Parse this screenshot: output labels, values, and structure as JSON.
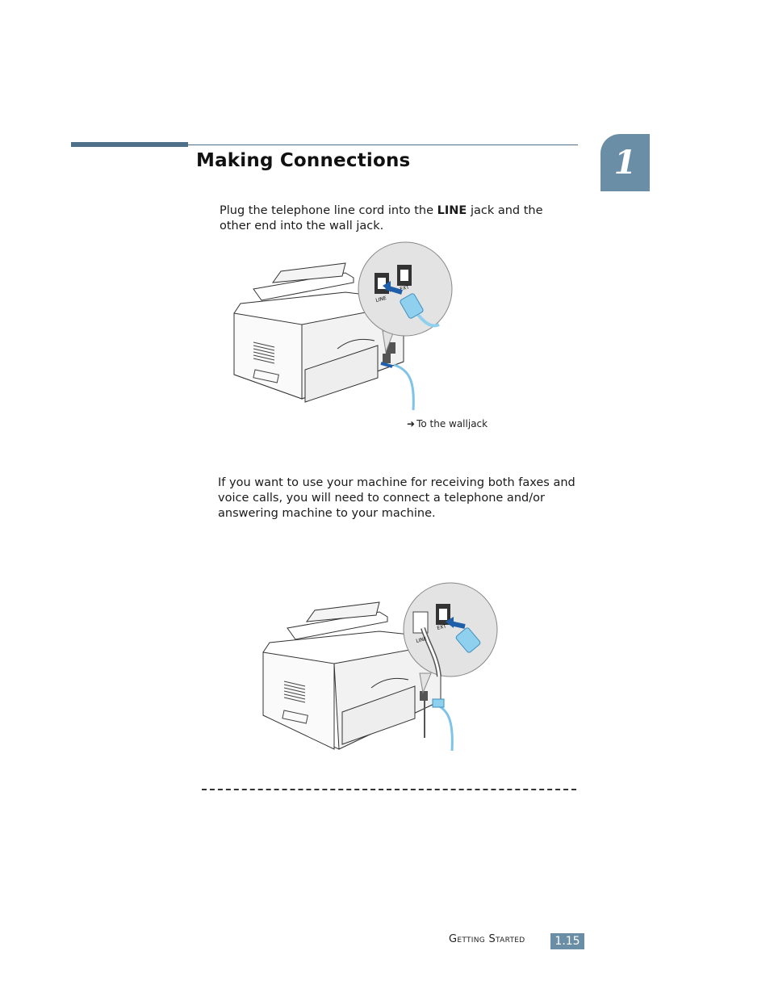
{
  "header": {
    "title": "Making Connections",
    "chapter_number": "1"
  },
  "section1": {
    "text_before": "Plug the telephone line cord into the ",
    "text_bold": "LINE",
    "text_after": " jack and the other end into the wall jack.",
    "figure_labels": {
      "line": "LINE",
      "ext": "EXT"
    },
    "caption": "To the walljack",
    "caption_arrow": "➜"
  },
  "section2": {
    "text": "If you want to use your machine for receiving both faxes and voice calls, you will need to connect a telephone and/or answering machine to your machine.",
    "figure_labels": {
      "line": "LINE",
      "ext": "EXT"
    }
  },
  "footer": {
    "section_label": "Getting Started",
    "page_number": "1.15"
  },
  "colors": {
    "accent": "#6a8ea6",
    "rule": "#4e7189",
    "cable": "#7fc3e8"
  }
}
